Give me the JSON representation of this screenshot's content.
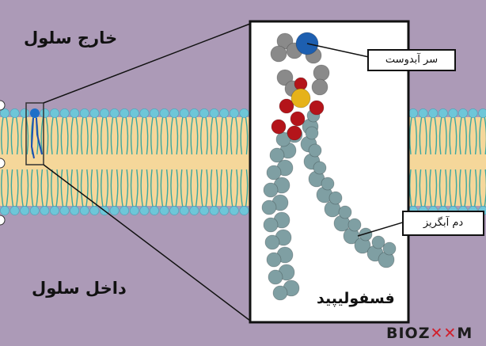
{
  "labels": {
    "outside_cell": "خارج سلول",
    "inside_cell": "داخل سلول",
    "zoom_title": "فسفولیپید",
    "head_callout": "سر آبدوست",
    "tail_callout": "دم آبگریز"
  },
  "logo": {
    "text_left": "BIOZ",
    "text_right": "M"
  },
  "colors": {
    "background": "#ac9ab7",
    "bilayer_core": "#f5d79a",
    "lipid_head": "#6ec6d8",
    "lipid_tail": "#3aa7a0",
    "zoom_head_blue": "#1d5fb0",
    "phosphate_gold": "#e6b21a",
    "oxygen_red": "#b4141a",
    "tail_atom": "#7f9fa3",
    "carbon_grey": "#8a8a8a",
    "logo_accent": "#d11f2c"
  }
}
